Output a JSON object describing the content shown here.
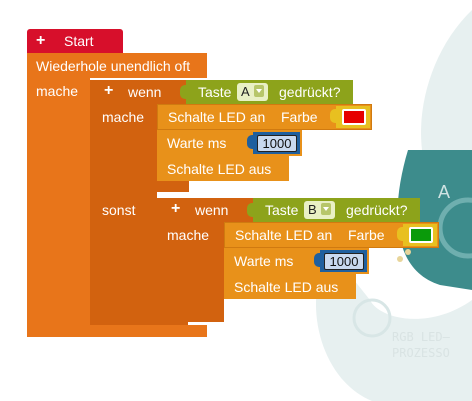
{
  "blocks": {
    "start_label": "Start",
    "repeat_label": "Wiederhole unendlich oft",
    "do_label": "mache",
    "if_label": "wenn",
    "then_label": "mache",
    "else_label": "sonst",
    "condition_prefix": "Taste",
    "condition_suffix": "gedrückt?",
    "button_a": "A",
    "button_b": "B",
    "led_on_label": "Schalte LED an",
    "color_label": "Farbe",
    "wait_label": "Warte ms",
    "wait_value": "1000",
    "led_off_label": "Schalte LED aus",
    "plus_symbol": "+"
  },
  "colors": {
    "led_color_1": "#E60000",
    "led_color_2": "#0A9A0A"
  },
  "background": {
    "board_label_letter": "A",
    "board_text_line1": "RGB LED—",
    "board_text_line2": "PROZESSO"
  }
}
